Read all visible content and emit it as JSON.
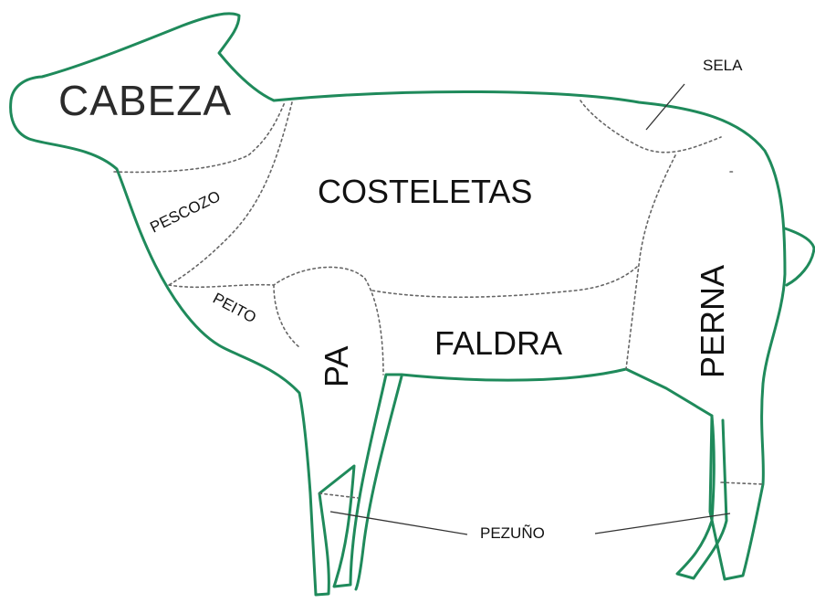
{
  "diagram": {
    "labels": {
      "cabeza": "CABEZA",
      "pescozo": "PESCOZO",
      "costeletas": "COSTELETAS",
      "sela": "SELA",
      "peito": "PEITO",
      "pa": "PA",
      "faldra": "FALDRA",
      "perna": "PERNA",
      "pezuno": "PEZUÑO"
    },
    "colors": {
      "outline": "#1f8a5b",
      "cut_lines": "#666666",
      "text": "#111111"
    }
  }
}
